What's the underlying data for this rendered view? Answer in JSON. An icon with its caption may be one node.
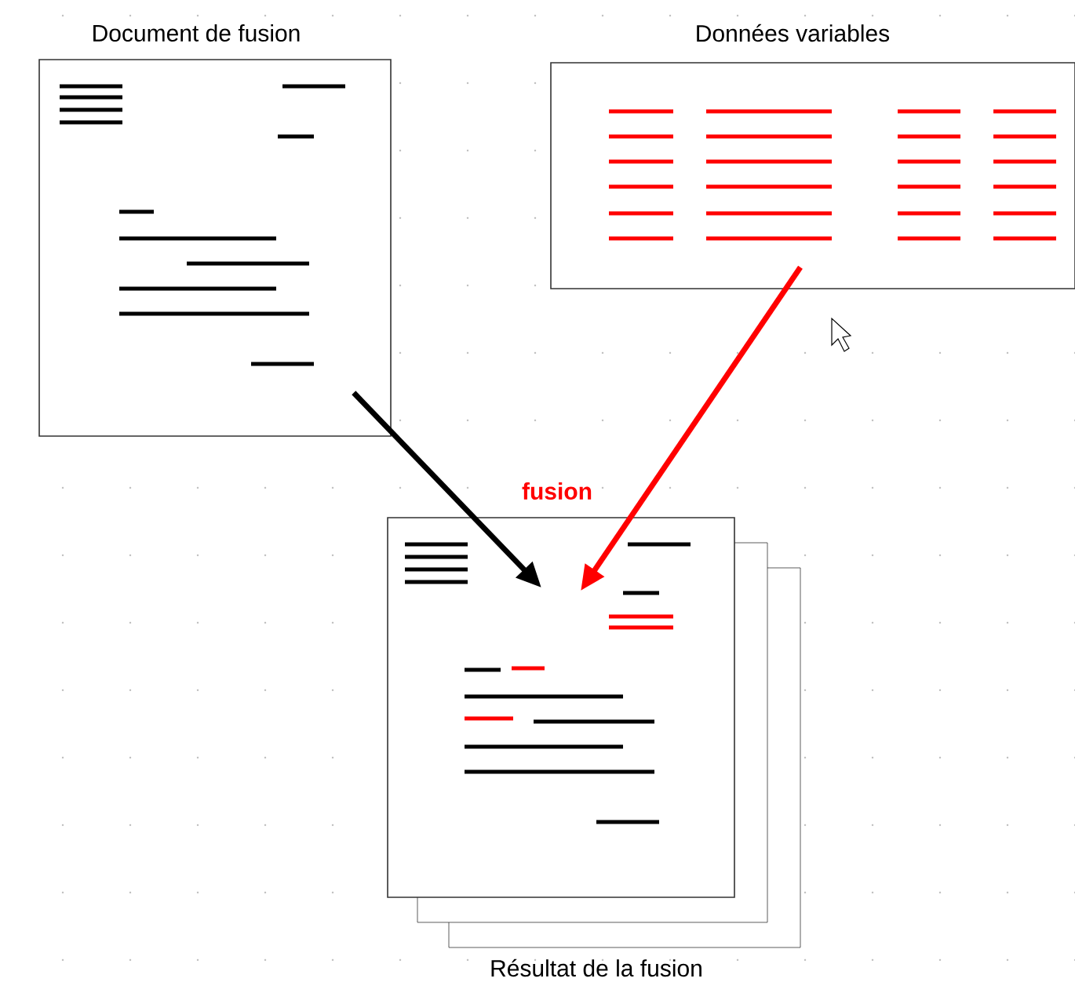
{
  "diagram": {
    "nodes": [
      {
        "text": [
          "Document de fusion"
        ]
      },
      {
        "text": [
          "Données variables"
        ]
      },
      {
        "text": [
          "Résultat de la fusion"
        ]
      }
    ],
    "edges": [
      {
        "from": 0,
        "to": 2,
        "arrow": "to"
      },
      {
        "from": 1,
        "to": 2,
        "arrow": "to",
        "color": "#ff0000",
        "label": "fusion"
      }
    ]
  }
}
